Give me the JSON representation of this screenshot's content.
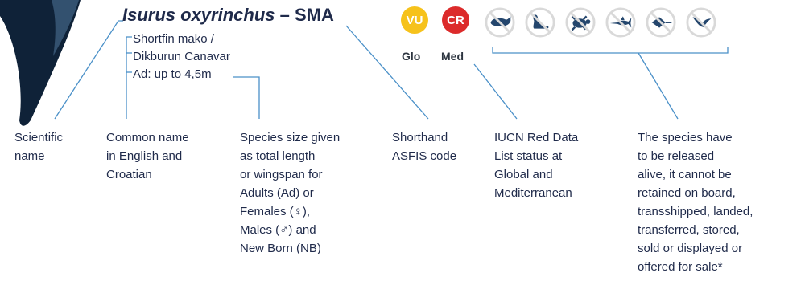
{
  "header": {
    "scientific_name": "Isurus oxyrinchus",
    "separator": " – ",
    "asfis_code": "SMA"
  },
  "common_name": {
    "lines": [
      "Shortfin mako /",
      "Dikburun Canavar",
      "Ad: up to 4,5m"
    ]
  },
  "iucn": {
    "global": {
      "status": "VU",
      "label": "Glo",
      "color": "#f6c21b"
    },
    "mediterranean": {
      "status": "CR",
      "label": "Med",
      "color": "#dc2b2b"
    }
  },
  "prohibition_icons": [
    "no-whale-icon",
    "no-seal-icon",
    "no-turtle-icon",
    "no-swordfish-icon",
    "no-ray-icon",
    "no-bird-icon"
  ],
  "annotations": {
    "scientific": [
      "Scientific",
      "name"
    ],
    "common": [
      "Common name",
      "in English and",
      "Croatian"
    ],
    "size": [
      "Species size given",
      "as total length",
      "or wingspan for",
      "Adults (Ad) or",
      "Females (♀),",
      "Males (♂) and",
      "New Born (NB)"
    ],
    "asfis": [
      "Shorthand",
      "ASFIS code"
    ],
    "iucn": [
      "IUCN Red Data",
      "List status at",
      "Global and",
      "Mediterranean"
    ],
    "release": [
      "The species have",
      "to be released",
      "alive, it cannot be",
      "retained on board,",
      "transshipped, landed,",
      "transferred, stored,",
      "sold or displayed or",
      "offered for sale*"
    ]
  },
  "colors": {
    "leader_line": "#4a90c8",
    "text": "#1f2a4a",
    "icon_fill": "#24466d",
    "icon_circle": "#d9d9d9"
  }
}
